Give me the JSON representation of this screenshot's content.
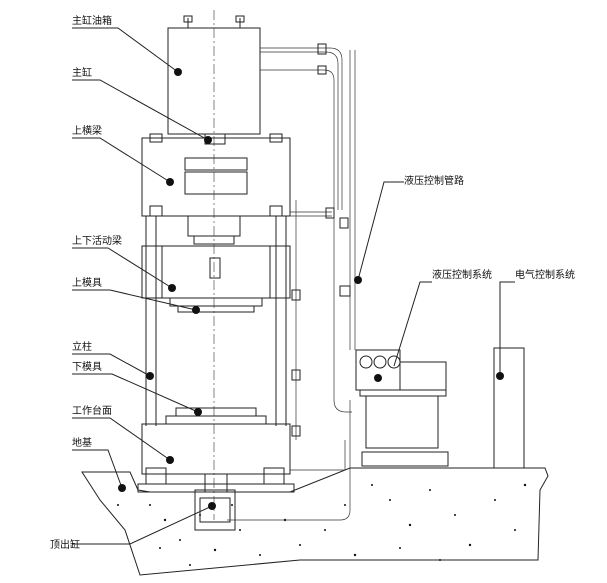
{
  "labels": {
    "main_cylinder_tank": "主缸油箱",
    "main_cylinder": "主缸",
    "upper_beam": "上横梁",
    "moving_beam": "上下活动梁",
    "upper_die": "上模具",
    "column": "立柱",
    "lower_die": "下模具",
    "worktable": "工作台面",
    "foundation": "地基",
    "ejector_cylinder": "顶出缸",
    "hydraulic_piping": "液压控制管路",
    "hydraulic_system": "液压控制系统",
    "electric_system": "电气控制系统"
  },
  "colors": {
    "line": "#222222",
    "background": "#ffffff"
  }
}
